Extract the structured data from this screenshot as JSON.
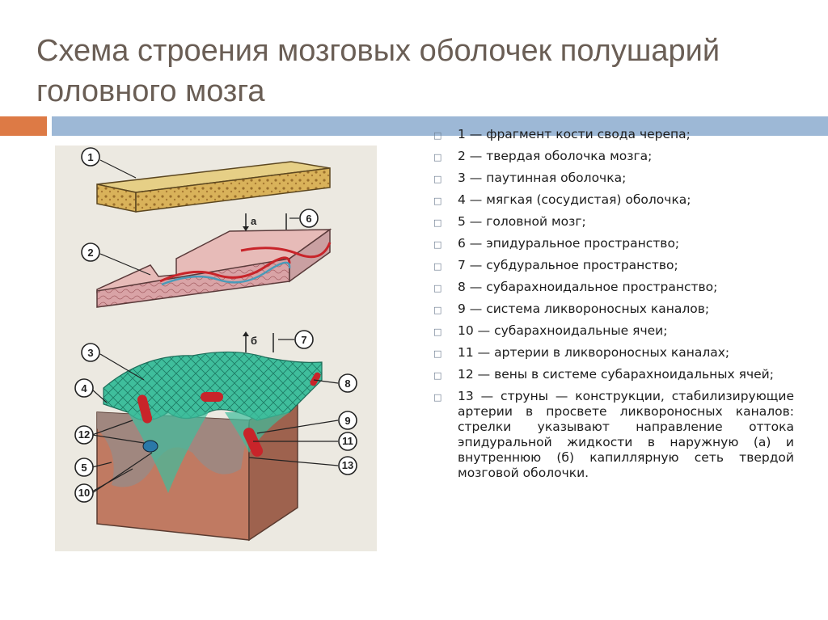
{
  "slide": {
    "title": "Схема строения мозговых оболочек полушарий головного мозга"
  },
  "diagram": {
    "callouts": [
      "1",
      "2",
      "3",
      "4",
      "5",
      "6",
      "7",
      "8",
      "9",
      "10",
      "11",
      "12",
      "13"
    ],
    "arrow_labels": [
      "а",
      "б"
    ]
  },
  "legend": {
    "bullet": "□",
    "items": [
      "1 — фрагмент кости свода черепа;",
      "2 — твердая оболочка мозга;",
      "3 — паутинная оболочка;",
      "4 — мягкая (сосудистая) оболочка;",
      "5 — головной мозг;",
      "6 — эпидуральное пространство;",
      "7 — субдуральное пространство;",
      "8 — субарахноидальное пространство;",
      "9 — система ликвороносных каналов;",
      "10 — субарахноидальные ячеи;",
      "11 — артерии в ликвороносных каналах;",
      "12 — вены в системе субарахноидальных ячей;",
      "13 — струны — конструкции, стабилизирующие артерии в просвете ликвороносных каналов: стрелки указывают направление оттока эпидуральной жидкости в наружную (а) и внутреннюю (б) капиллярную сеть твердой мозговой оболочки."
    ]
  }
}
